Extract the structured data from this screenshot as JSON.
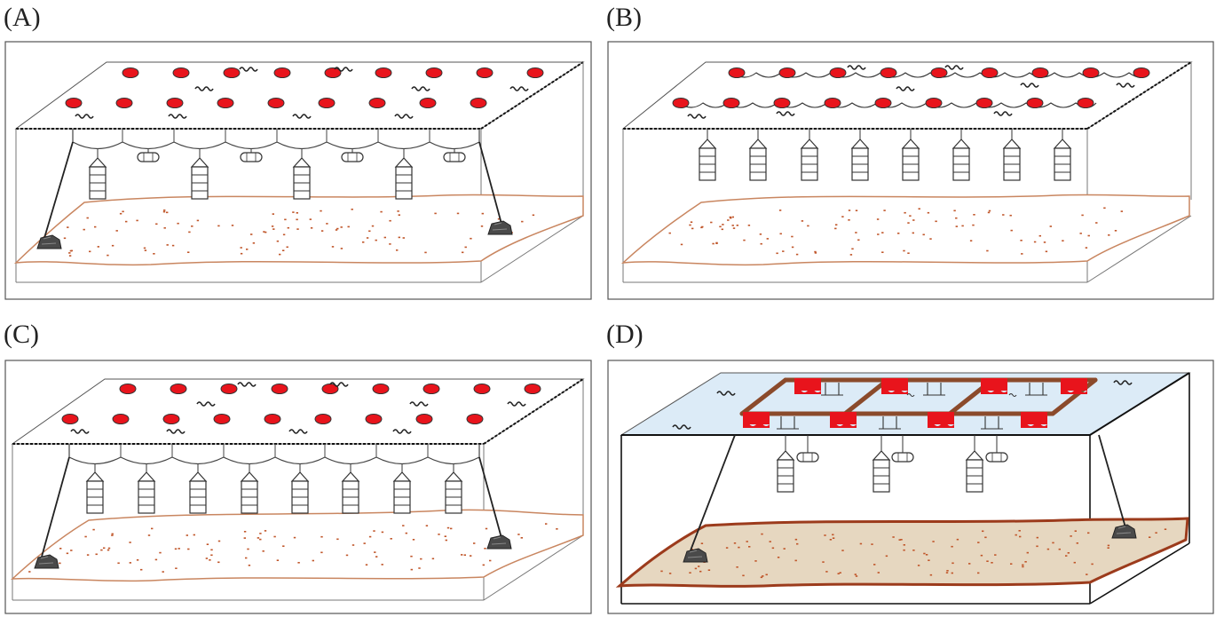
{
  "panels": [
    {
      "id": "A",
      "label": "(A)"
    },
    {
      "id": "B",
      "label": "(B)"
    },
    {
      "id": "C",
      "label": "(C)"
    },
    {
      "id": "D",
      "label": "(D)"
    }
  ],
  "colors": {
    "buoy": "#e8141c",
    "seabed_line": "#c98660",
    "seabed_dot": "#c0562a",
    "seabed_fill_d": "#e6d7c0",
    "seabed_line_d": "#9c3b1c",
    "frame_d": "#8b4a2b",
    "water_d": "#dcebf7",
    "anchor": "#4a4a4a"
  },
  "icons": [
    "buoy-icon",
    "lantern-net-icon",
    "pearl-net-icon",
    "anchor-block-icon",
    "wave-icon",
    "raft-float-icon"
  ]
}
